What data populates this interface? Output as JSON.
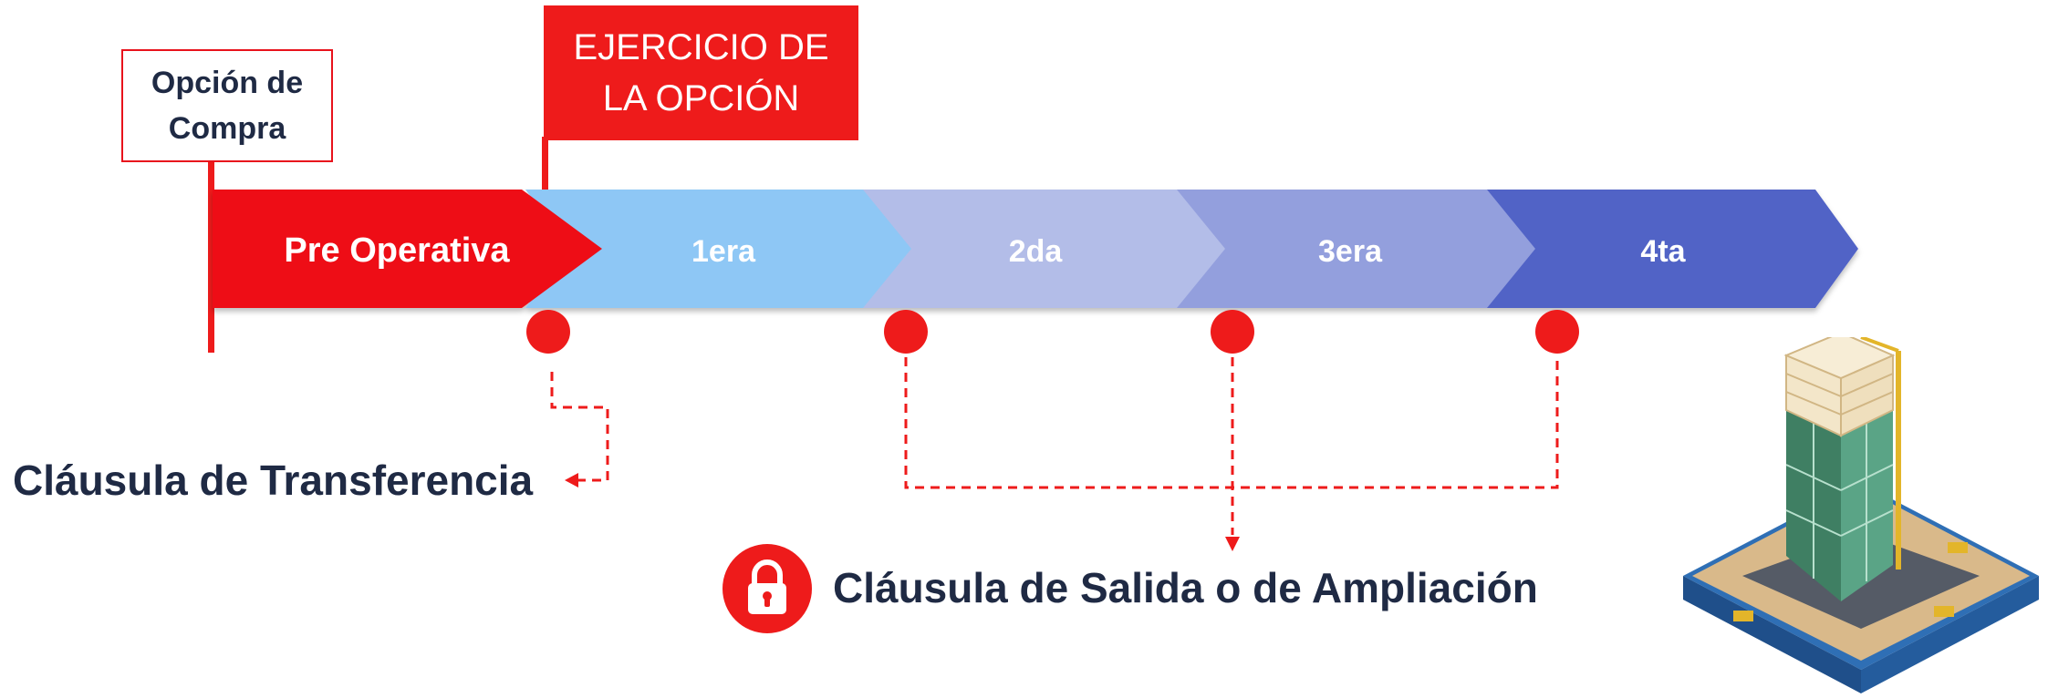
{
  "purchase_option": {
    "line1": "Opción de",
    "line2": "Compra"
  },
  "option_exercise": {
    "line1": "EJERCICIO DE",
    "line2": "LA OPCIÓN"
  },
  "phases": [
    {
      "label": "Pre Operativa",
      "color": "#ee0f16"
    },
    {
      "label": "1era",
      "color": "#8ec7f5"
    },
    {
      "label": "2da",
      "color": "#b3bde8"
    },
    {
      "label": "3era",
      "color": "#939fdd"
    },
    {
      "label": "4ta",
      "color": "#5163c6"
    }
  ],
  "clauses": {
    "transfer": "Cláusula de Transferencia",
    "exit_expansion": "Cláusula de Salida o de Ampliación"
  },
  "icons": {
    "lock": "lock-icon",
    "building": "building-construction-icon"
  },
  "colors": {
    "accent": "#ee1b1b",
    "text_dark": "#1f2a44"
  }
}
